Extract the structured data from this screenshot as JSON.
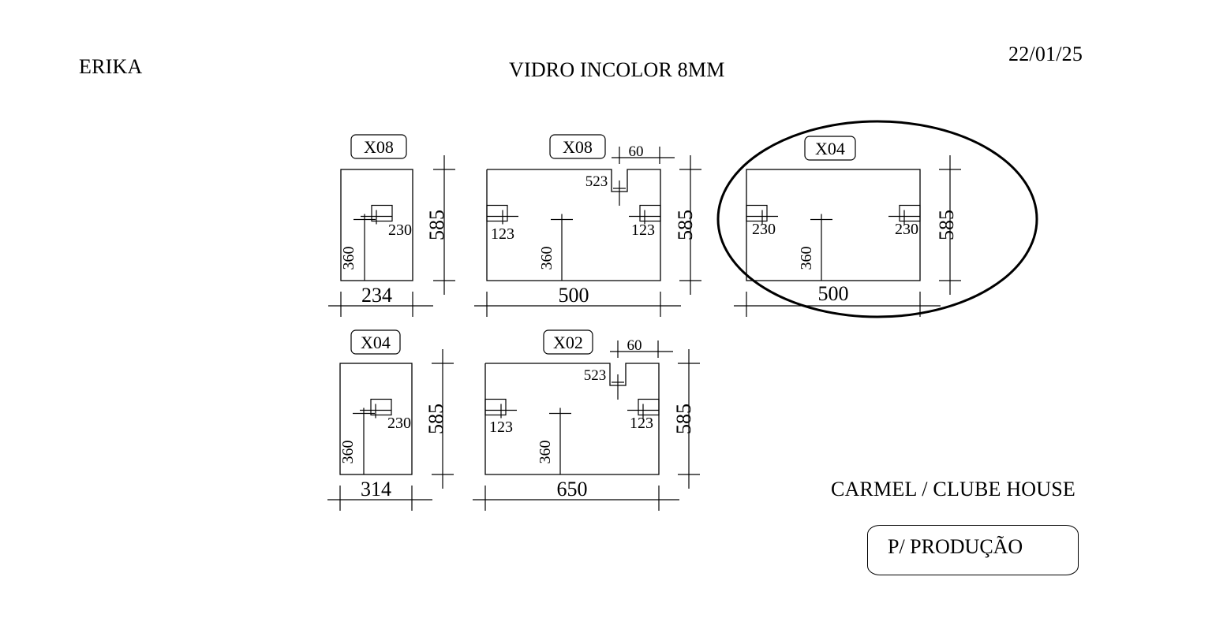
{
  "header": {
    "client": "ERIKA",
    "material": "VIDRO INCOLOR 8MM",
    "date": "22/01/25"
  },
  "footer": {
    "project": "CARMEL / CLUBE HOUSE",
    "status": "P/ PRODUÇÃO"
  },
  "panels": [
    {
      "tag": "X08",
      "width": "234",
      "height": "585",
      "center_hole": "360",
      "holes": [
        {
          "value": "230"
        }
      ]
    },
    {
      "tag": "X08",
      "width": "500",
      "height": "585",
      "center_hole": "360",
      "top_notch": {
        "width": "60",
        "depth": "523"
      },
      "holes": [
        {
          "value": "123"
        },
        {
          "value": "123"
        }
      ]
    },
    {
      "tag": "X04",
      "width": "500",
      "height": "585",
      "center_hole": "360",
      "highlighted": true,
      "holes": [
        {
          "value": "230"
        },
        {
          "value": "230"
        }
      ]
    },
    {
      "tag": "X04",
      "width": "314",
      "height": "585",
      "center_hole": "360",
      "holes": [
        {
          "value": "230"
        }
      ]
    },
    {
      "tag": "X02",
      "width": "650",
      "height": "585",
      "center_hole": "360",
      "top_notch": {
        "width": "60",
        "depth": "523"
      },
      "holes": [
        {
          "value": "123"
        },
        {
          "value": "123"
        }
      ]
    }
  ]
}
